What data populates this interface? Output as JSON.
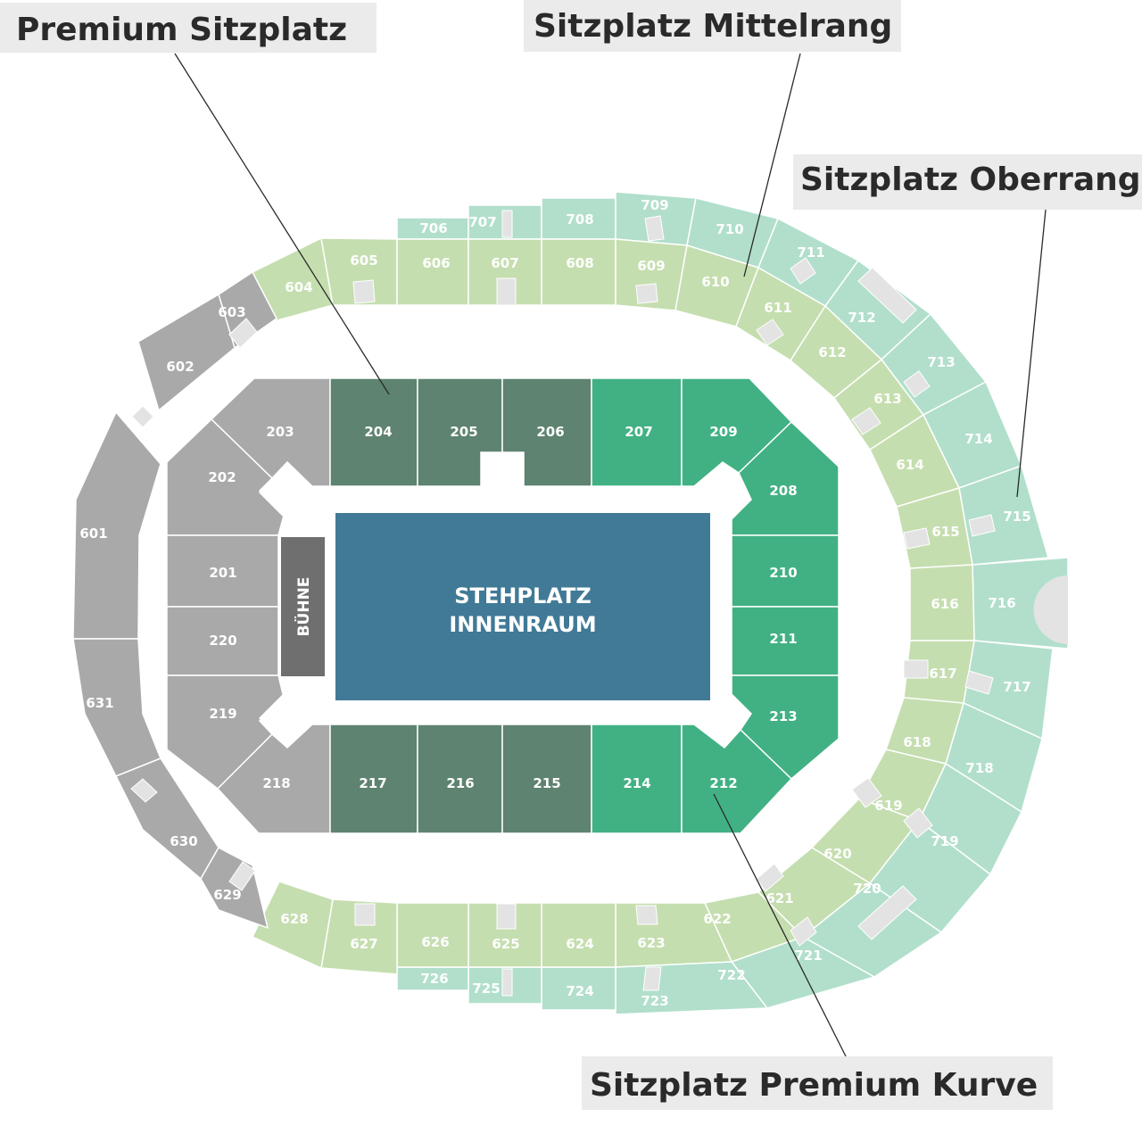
{
  "colors": {
    "grey": "#a9a9a9",
    "premium": "#5e8370",
    "premium_kurve": "#41b183",
    "mittelrang": "#c5deaf",
    "oberrang": "#b1dfcb",
    "floor": "#417a96",
    "stage": "#6f6f6f",
    "marker": "#e3e3e3"
  },
  "callouts": {
    "premium_sitzplatz": "Premium Sitzplatz",
    "mittelrang": "Sitzplatz Mittelrang",
    "oberrang": "Sitzplatz Oberrang",
    "premium_kurve": "Sitzplatz Premium Kurve"
  },
  "floor": {
    "line1": "STEHPLATZ",
    "line2": "INNENRAUM"
  },
  "stage": {
    "label": "BÜHNE"
  },
  "sections": {
    "lower_grey": [
      "203",
      "202",
      "201",
      "220",
      "219",
      "218"
    ],
    "lower_premium": [
      "204",
      "205",
      "206",
      "217",
      "216",
      "215"
    ],
    "lower_kurve": [
      "207",
      "209",
      "208",
      "210",
      "211",
      "213",
      "214",
      "212"
    ],
    "ring6_grey": [
      "603",
      "602",
      "601",
      "631",
      "630",
      "629"
    ],
    "ring6_green": [
      "604",
      "605",
      "606",
      "607",
      "608",
      "609",
      "610",
      "611",
      "612",
      "613",
      "614",
      "615",
      "616",
      "617",
      "618",
      "619",
      "620",
      "621",
      "622",
      "623",
      "624",
      "625",
      "626",
      "627",
      "628"
    ],
    "ring7": [
      "706",
      "707",
      "708",
      "709",
      "710",
      "711",
      "712",
      "713",
      "714",
      "715",
      "716",
      "717",
      "718",
      "719",
      "720",
      "721",
      "722",
      "723",
      "724",
      "725",
      "726"
    ]
  }
}
